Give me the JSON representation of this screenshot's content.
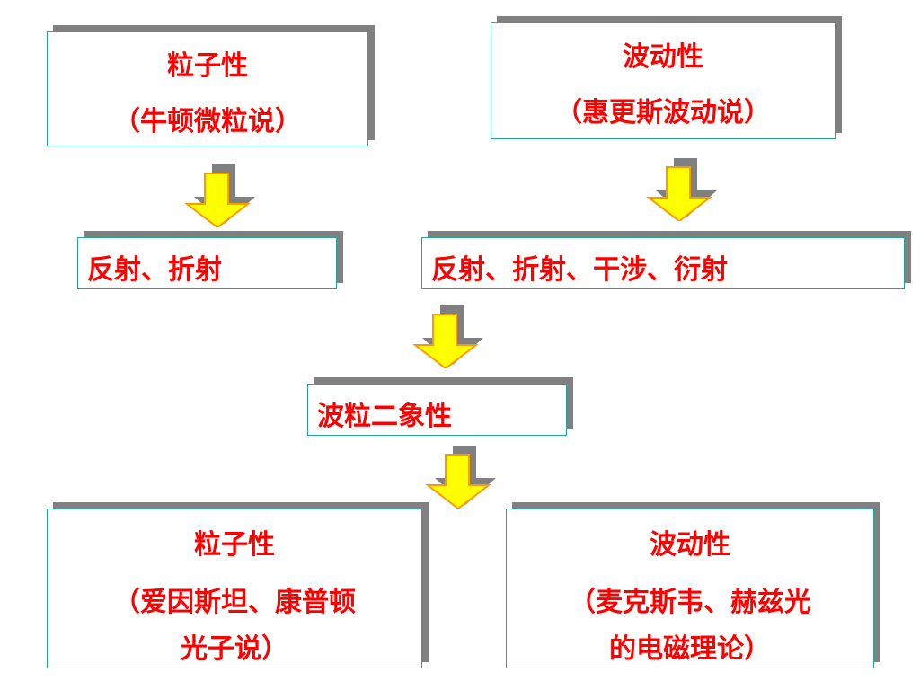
{
  "colors": {
    "text": "#ff0000",
    "box_border": "#2aa198",
    "shadow": "#808080",
    "arrow_fill": "#ffff00",
    "arrow_edge": "#ff9900"
  },
  "box_particle_top": {
    "title": "粒子性",
    "subtitle": "（牛顿微粒说）"
  },
  "box_wave_top": {
    "title": "波动性",
    "subtitle": "（惠更斯波动说）"
  },
  "box_particle_phenomena": {
    "text": "反射、折射"
  },
  "box_wave_phenomena": {
    "text": "反射、折射、干涉、衍射"
  },
  "box_duality": {
    "text": "波粒二象性"
  },
  "box_particle_bottom": {
    "title": "粒子性",
    "line1": "（爱因斯坦、康普顿",
    "line2": "光子说）"
  },
  "box_wave_bottom": {
    "title": "波动性",
    "line1": "（麦克斯韦、赫兹光",
    "line2": "的电磁理论）"
  }
}
